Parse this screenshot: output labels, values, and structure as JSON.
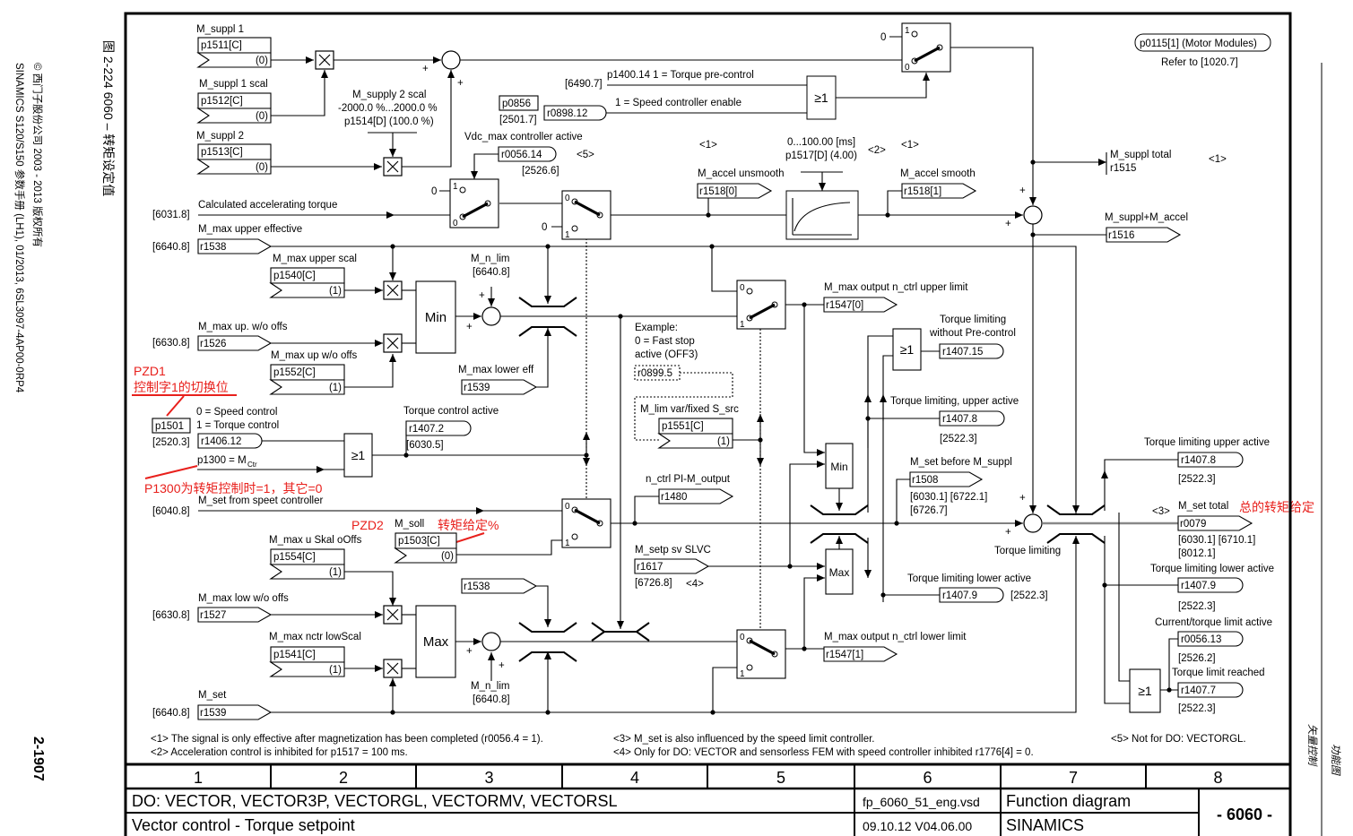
{
  "margin": {
    "copyright": "© 西门子股份公司 2003 - 2013 版权所有",
    "manual": "SINAMICS S120/S150 参数手册 (LH1), 01/2013, 6SL3097-4AP00-0RP4",
    "figure": "图 2-224    6060  –  转矩设定值",
    "page": "2-1907",
    "right_1": "功能图",
    "right_2": "矢量控制"
  },
  "labels": {
    "m_suppl_1": "M_suppl 1",
    "p1511": "p1511[C]",
    "p1511_val": "(0)",
    "m_suppl_1_scal": "M_suppl 1 scal",
    "p1512": "p1512[C]",
    "p1512_val": "(0)",
    "m_suppl_2": "M_suppl 2",
    "p1513": "p1513[C]",
    "p1513_val": "(0)",
    "m_supply_2_scal": "M_supply 2 scal",
    "scal_range": "-2000.0 %...2000.0 %",
    "p1514": "p1514[D] (100.0 %)",
    "ref_6490": "[6490.7]",
    "p1400_14": "p1400.14 1 = Torque pre-control",
    "p0856": "p0856",
    "ref_2501": "[2501.7]",
    "r0898_12": "r0898.12",
    "speed_ctrl_enable": "1 = Speed controller enable",
    "vdc_max_active": "Vdc_max controller active",
    "r0056_14": "r0056.14",
    "note5_a": "<5>",
    "ref_2526_6": "[2526.6]",
    "zero_a": "0",
    "zero_b": "0",
    "zero_c": "0",
    "calc_accel_torque": "Calculated accelerating torque",
    "ref_6031": "[6031.8]",
    "m_max_upper_eff": "M_max upper effective",
    "ref_6640_a": "[6640.8]",
    "r1538_a": "r1538",
    "note1_a": "<1>",
    "p1517_range": "0...100.00 [ms]",
    "p1517": "p1517[D] (4.00)",
    "note2": "<2>",
    "note1_b": "<1>",
    "m_accel_unsmooth": "M_accel unsmooth",
    "r1518_0": "r1518[0]",
    "m_accel_smooth": "M_accel smooth",
    "r1518_1": "r1518[1]",
    "p0115": "p0115[1] (Motor Modules)",
    "refer_1020": "Refer to [1020.7]",
    "m_suppl_total": "M_suppl total",
    "r1515": "r1515",
    "note1_c": "<1>",
    "m_suppl_accel": "M_suppl+M_accel",
    "r1516": "r1516",
    "m_max_upper_scal": "M_max upper scal",
    "p1540": "p1540[C]",
    "p1540_val": "(1)",
    "m_n_lim_a": "M_n_lim",
    "ref_6640_b": "[6640.8]",
    "min_a": "Min",
    "m_max_up_wo_offs": "M_max up. w/o offs",
    "ref_6630_a": "[6630.8]",
    "r1526": "r1526",
    "m_max_up_wo_offs2": "M_max up w/o offs",
    "p1552": "p1552[C]",
    "p1552_val": "(1)",
    "m_max_lower_eff": "M_max lower eff",
    "r1539_a": "r1539",
    "pzd1": "PZD1",
    "ctrl_word_bit": "控制字1的切换位",
    "speed_control": "0 = Speed control",
    "torque_control": "1 = Torque control",
    "p1501": "p1501",
    "ref_2520": "[2520.3]",
    "r1406_12": "r1406.12",
    "or_a": "≥1",
    "p1300": "p1300 = M",
    "p1300_sub": "Ctr",
    "torque_ctrl_active": "Torque control active",
    "r1407_2": "r1407.2",
    "ref_6030_5": "[6030.5]",
    "p1300_note": "P1300为转矩控制时=1，其它=0",
    "m_set_from_speed": "M_set from speet controller",
    "ref_6040": "[6040.8]",
    "pzd2": "PZD2",
    "m_soll": "M_soll",
    "torque_setpoint_pct": "转矩给定%",
    "p1503": "p1503[C]",
    "p1503_val": "(0)",
    "m_max_u_skal": "M_max u Skal oOffs",
    "p1554": "p1554[C]",
    "p1554_val": "(1)",
    "r1538_b": "r1538",
    "m_max_low_wo_offs": "M_max low w/o offs",
    "ref_6630_b": "[6630.8]",
    "r1527": "r1527",
    "max_a": "Max",
    "m_max_nctr_lowscal": "M_max nctr lowScal",
    "p1541": "p1541[C]",
    "p1541_val": "(1)",
    "m_n_lim_b": "M_n_lim",
    "ref_6640_c": "[6640.8]",
    "m_set": "M_set",
    "ref_6640_d": "[6640.8]",
    "r1539_b": "r1539",
    "m_max_out_upper": "M_max output n_ctrl upper limit",
    "r1547_0": "r1547[0]",
    "example": "Example:",
    "fast_stop": "0 = Fast stop",
    "off3": "active (OFF3)",
    "r0899_5": "r0899.5",
    "m_lim_var": "M_lim var/fixed S_src",
    "p1551": "p1551[C]",
    "p1551_val": "(1)",
    "tl_wo_pre_1": "Torque limiting",
    "tl_wo_pre_2": "without Pre-control",
    "or_b": "≥1",
    "r1407_15": "r1407.15",
    "tl_upper_active_a": "Torque limiting, upper active",
    "r1407_8_a": "r1407.8",
    "ref_2522_a": "[2522.3]",
    "min_b": "Min",
    "n_ctrl_pi": "n_ctrl PI-M_output",
    "r1480": "r1480",
    "m_set_before": "M_set before M_suppl",
    "r1508": "r1508",
    "ref_6030_6722": "[6030.1] [6722.1]",
    "ref_6726_7": "[6726.7]",
    "torque_limiting": "Torque limiting",
    "m_setp_slvc": "M_setp sv SLVC",
    "r1617": "r1617",
    "ref_6726_8": "[6726.8]",
    "note4": "<4>",
    "max_b": "Max",
    "tl_lower_active_a": "Torque limiting lower active",
    "r1407_9_a": "r1407.9",
    "ref_2522_b": "[2522.3]",
    "m_max_out_lower": "M_max output n_ctrl lower limit",
    "r1547_1": "r1547[1]",
    "tl_upper_active_b": "Torque limiting upper active",
    "r1407_8_b": "r1407.8",
    "ref_2522_c": "[2522.3]",
    "note3": "<3>",
    "m_set_total": "M_set total",
    "total_torque_setpoint": "总的转矩给定",
    "r0079": "r0079",
    "ref_6030_6710": "[6030.1] [6710.1]",
    "ref_8012": "[8012.1]",
    "tl_lower_active_b": "Torque limiting lower active",
    "r1407_9_b": "r1407.9",
    "ref_2522_d": "[2522.3]",
    "current_limit_active": "Current/torque limit active",
    "r0056_13": "r0056.13",
    "ref_2526_2": "[2526.2]",
    "torque_limit_reached": "Torque limit reached",
    "r1407_7": "r1407.7",
    "ref_2522_e": "[2522.3]",
    "or_c": "≥1",
    "plus_1": "+",
    "plus_2": "+",
    "plus_3": "+",
    "plus_4": "+",
    "plus_5": "+",
    "plus_6": "+",
    "plus_7": "+",
    "plus_8": "+",
    "plus_9": "+",
    "plus_10": "+"
  },
  "switch_labels": [
    "0",
    "1"
  ],
  "footnotes": {
    "n1": "<1> The signal is only effective after magnetization has been completed (r0056.4 = 1).",
    "n2": "<2> Acceleration control is inhibited for p1517 = 100 ms.",
    "n3": "<3> M_set is also influenced by the speed limit controller.",
    "n4": "<4> Only for DO: VECTOR and sensorless FEM with speed controller inhibited r1776[4] = 0.",
    "n5": "<5> Not for DO: VECTORGL."
  },
  "title_block": {
    "columns": [
      "1",
      "2",
      "3",
      "4",
      "5",
      "6",
      "7",
      "8"
    ],
    "do_types": "DO: VECTOR, VECTOR3P, VECTORGL, VECTORMV, VECTORSL",
    "title": "Vector control - Torque setpoint",
    "file": "fp_6060_51_eng.vsd",
    "date_version": "09.10.12  V04.06.00",
    "kind": "Function diagram",
    "product": "SINAMICS",
    "number": "- 6060 -"
  },
  "colors": {
    "annotation": "#e8201c",
    "line": "#000000",
    "output_line": "#888888"
  }
}
